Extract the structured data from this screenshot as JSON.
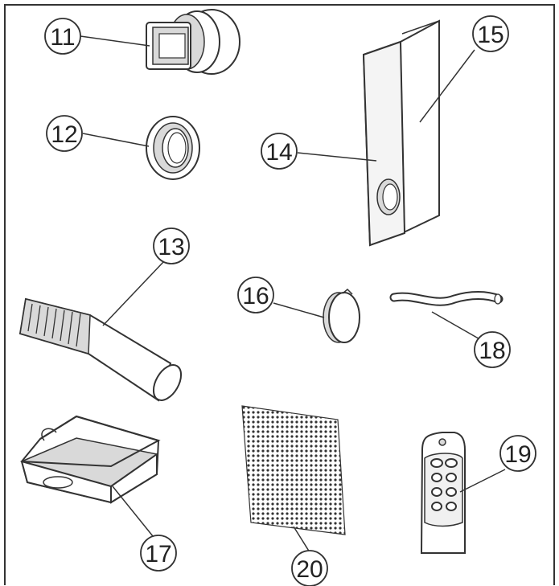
{
  "figure": {
    "labels": {
      "p11": "11",
      "p12": "12",
      "p13": "13",
      "p14": "14",
      "p15": "15",
      "p16": "16",
      "p17": "17",
      "p18": "18",
      "p19": "19",
      "p20": "20"
    }
  }
}
